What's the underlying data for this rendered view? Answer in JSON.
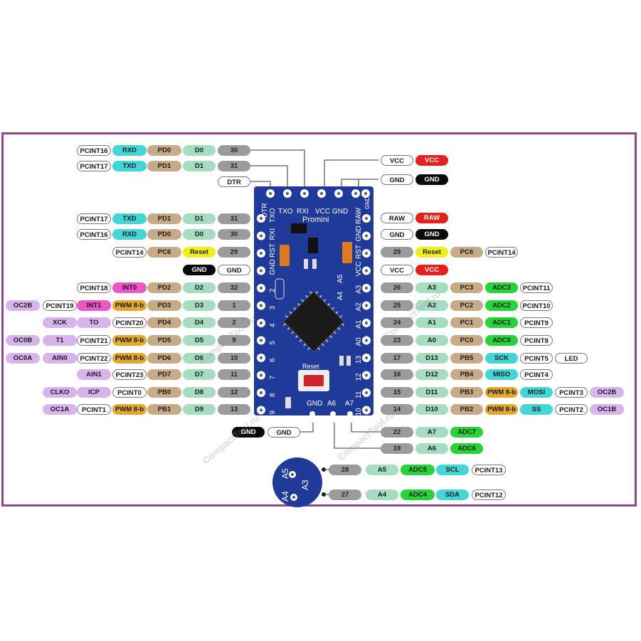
{
  "labels": {
    "l1": [
      "PCINT16",
      "RXD",
      "PD0",
      "D0",
      "30"
    ],
    "l2": [
      "PCINT17",
      "TXD",
      "PD1",
      "D1",
      "31"
    ],
    "dtr": "DTR",
    "l3": [
      "PCINT17",
      "TXD",
      "PD1",
      "D1",
      "31"
    ],
    "l4": [
      "PCINT16",
      "RXD",
      "PD0",
      "D0",
      "30"
    ],
    "l5": [
      "PCINT14",
      "PC6",
      "Reset",
      "29"
    ],
    "l6": [
      "GND",
      "GND"
    ],
    "l7": [
      "PCINT18",
      "INT0",
      "PD2",
      "D2",
      "32"
    ],
    "l8": [
      "OC2B",
      "PCINT19",
      "INT1",
      "PWM 8-b",
      "PD3",
      "D3",
      "1"
    ],
    "l9": [
      "XCK",
      "TO",
      "PCINT20",
      "PD4",
      "D4",
      "2"
    ],
    "l10": [
      "OC0B",
      "T1",
      "PCINT21",
      "PWM 8-b",
      "PD5",
      "D5",
      "9"
    ],
    "l11": [
      "OC0A",
      "AIN0",
      "PCINT22",
      "PWM 8-b",
      "PD6",
      "D6",
      "10"
    ],
    "l12": [
      "AIN1",
      "PCINT23",
      "PD7",
      "D7",
      "11"
    ],
    "l13": [
      "CLKO",
      "ICP",
      "PCINT0",
      "PB0",
      "D8",
      "12"
    ],
    "l14": [
      "OC1A",
      "PCINT1",
      "PWM 8-b",
      "PB1",
      "D9",
      "13"
    ],
    "gnd_bottom": [
      "GND",
      "GND"
    ],
    "r1": [
      "VCC",
      "VCC"
    ],
    "r2": [
      "GND",
      "GND"
    ],
    "r3": [
      "RAW",
      "RAW"
    ],
    "r4": [
      "GND",
      "GND"
    ],
    "r5": [
      "29",
      "Reset",
      "PC6",
      "PCINT14"
    ],
    "r6": [
      "VCC",
      "VCC"
    ],
    "r7": [
      "26",
      "A3",
      "PC3",
      "ADC3",
      "PCINT11"
    ],
    "r8": [
      "25",
      "A2",
      "PC2",
      "ADC2",
      "PCINT10"
    ],
    "r9": [
      "24",
      "A1",
      "PC1",
      "ADC1",
      "PCINT9"
    ],
    "r10": [
      "23",
      "A0",
      "PC0",
      "ADC0",
      "PCINT8"
    ],
    "r11": [
      "17",
      "D13",
      "PB5",
      "SCK",
      "PCINT5",
      "LED"
    ],
    "r12": [
      "16",
      "D12",
      "PB4",
      "MISO",
      "PCINT4"
    ],
    "r13": [
      "15",
      "D11",
      "PB3",
      "PWM 8-b",
      "MOSI",
      "PCINT3",
      "OC2B"
    ],
    "r14": [
      "14",
      "D10",
      "PB2",
      "PWM 8-b",
      "SS",
      "PCINT2",
      "OC1B"
    ],
    "r15": [
      "22",
      "A7",
      "ADC7"
    ],
    "r16": [
      "19",
      "A6",
      "ADC6"
    ],
    "r17": [
      "28",
      "A5",
      "ADC5",
      "SCL",
      "PCINT13"
    ],
    "r18": [
      "27",
      "A4",
      "ADC4",
      "SDA",
      "PCINT12"
    ]
  },
  "board": {
    "top_pins": [
      "DTR",
      "TXO",
      "RXI",
      "VCC",
      "GND",
      "GND"
    ],
    "brand": "Promini",
    "left_col": [
      "TXO",
      "RXI",
      "RST",
      "GND",
      "2",
      "3",
      "4",
      "5",
      "6",
      "7",
      "8",
      "9"
    ],
    "right_col": [
      "RAW",
      "GND",
      "RST",
      "VCC",
      "A3",
      "A2",
      "A1",
      "A0",
      "13",
      "12",
      "11",
      "10"
    ],
    "inner_left": [
      "A5"
    ],
    "inner_right": [
      "A4"
    ],
    "bottom": [
      "GND",
      "A6",
      "A7"
    ],
    "reset_label": "Reset",
    "zoom_labels": [
      "A5",
      "A4",
      "A3"
    ]
  },
  "watermark": "CompactTool.ru",
  "colors": {
    "frame": "#8a4a8c",
    "board": "#1f3a98"
  }
}
